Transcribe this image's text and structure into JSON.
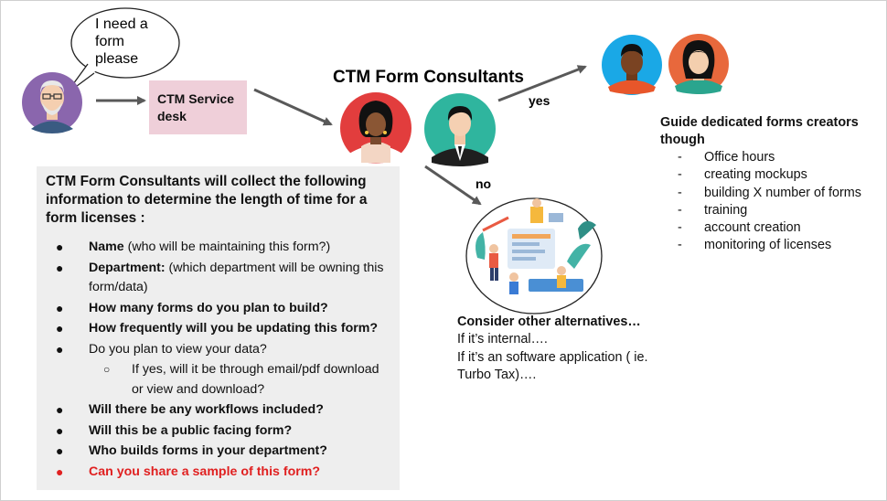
{
  "speech_bubble": {
    "text": "I need a form please"
  },
  "service_desk": {
    "label": "CTM Service desk"
  },
  "consultants": {
    "title": "CTM Form Consultants"
  },
  "flow_labels": {
    "yes": "yes",
    "no": "no"
  },
  "info_box": {
    "heading": "CTM Form Consultants will collect the following information to determine the length of time for a form licenses :",
    "items": [
      {
        "bold": "Name",
        "text": " (who will be maintaining this form?)"
      },
      {
        "bold": "Department:",
        "text": " (which department will be owning this form/data)"
      },
      {
        "bold": "How many forms do you plan to build?",
        "text": ""
      },
      {
        "bold": "How frequently will you be updating this form?",
        "text": ""
      },
      {
        "bold": "",
        "text": "Do you plan to view your data?"
      },
      {
        "bold": "",
        "text": "If yes, will it be through email/pdf download or view and download?"
      },
      {
        "bold": "Will there be any workflows included?",
        "text": ""
      },
      {
        "bold": "Will this be a public facing form?",
        "text": ""
      },
      {
        "bold": "Who builds forms in your department?",
        "text": ""
      },
      {
        "bold": "Can you share a sample of this form?",
        "text": ""
      }
    ]
  },
  "guide": {
    "heading": "Guide dedicated forms creators though",
    "items": [
      "Office hours",
      "creating mockups",
      "building X number  of forms",
      "training",
      "account creation",
      "monitoring of licenses"
    ]
  },
  "alternatives": {
    "heading": "Consider other alternatives…",
    "lines": [
      "If it’s internal….",
      "If it’s an software application ( ie. Turbo Tax)…."
    ]
  },
  "colors": {
    "desk_bg": "#efcfd9",
    "info_bg": "#eeeeee",
    "arrow": "#595959",
    "highlight_red": "#e02020"
  },
  "icons": [
    "requester-avatar-icon",
    "consultant-woman-icon",
    "consultant-man-icon",
    "forms-creator-man-icon",
    "forms-creator-woman-icon",
    "office-work-illustration"
  ]
}
